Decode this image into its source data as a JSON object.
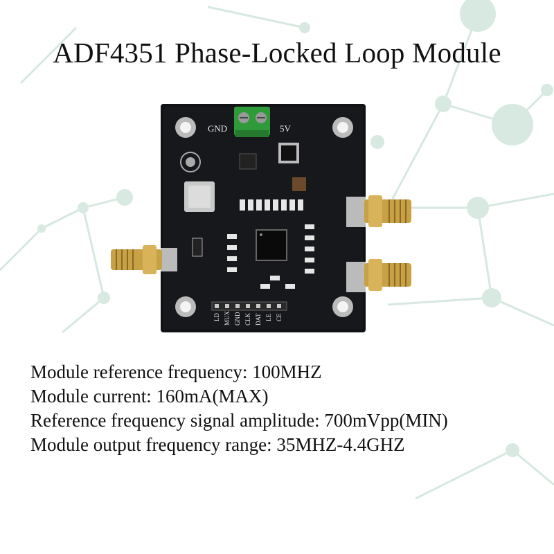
{
  "title": "ADF4351 Phase-Locked Loop Module",
  "board": {
    "power_left": "GND",
    "power_right": "5V",
    "pins": [
      "LD",
      "MUX",
      "GND",
      "CLK",
      "DAT",
      "LE",
      "CE"
    ]
  },
  "specs": [
    "Module reference frequency: 100MHZ",
    "Module current: 160mA(MAX)",
    "Reference frequency signal amplitude: 700mVpp(MIN)",
    "Module output frequency range: 35MHZ-4.4GHZ"
  ],
  "colors": {
    "pcb": "#111214",
    "terminal": "#2f9a3a",
    "sma": "#c8a046",
    "network": "#cfe6dc"
  }
}
